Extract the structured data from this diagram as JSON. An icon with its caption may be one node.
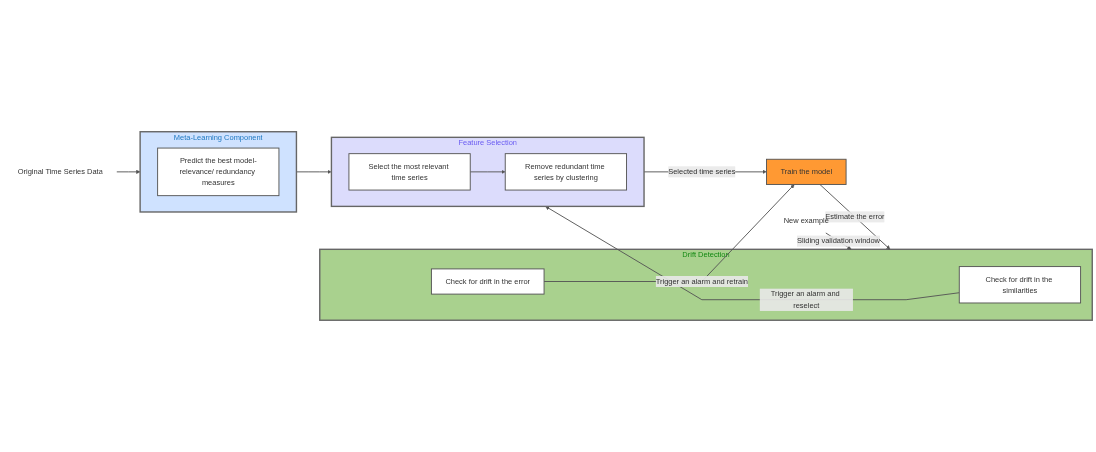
{
  "diagram": {
    "nodes": [
      {
        "text": [
          "Meta-Learning Component"
        ]
      },
      {
        "text": [
          "Predict the best model-relevance/ redundancy measures"
        ],
        "in": 0
      },
      {
        "text": [
          "Feature Selection"
        ]
      },
      {
        "text": [
          "Select the most relevant time series"
        ],
        "in": 2
      },
      {
        "text": [
          "Remove redundant time series by clustering"
        ],
        "in": 2
      },
      {
        "text": [
          "Train the model"
        ]
      },
      {
        "text": [
          "Drift Detection"
        ]
      },
      {
        "text": [
          "Check for drift in the similarities"
        ],
        "in": 6
      },
      {
        "text": [
          "Check for drift in the error"
        ],
        "in": 6
      },
      {
        "text": [
          "Original Time Series Data"
        ]
      },
      {
        "text": [
          "New example"
        ]
      }
    ],
    "edges": [
      {
        "from": 9,
        "to": 0,
        "arrow": "to"
      },
      {
        "from": 0,
        "to": 2,
        "arrow": "to"
      },
      {
        "from": 3,
        "to": 4,
        "arrow": "to"
      },
      {
        "from": 2,
        "to": 5,
        "label": "Selected time series",
        "arrow": "to"
      },
      {
        "from": 5,
        "to": 6,
        "label": "Estimate the error",
        "arrow": "to"
      },
      {
        "from": 7,
        "to": 2,
        "label": "Trigger an alarm and reselect",
        "arrow": "to"
      },
      {
        "from": 8,
        "to": 5,
        "label": "Trigger an alarm and retrain",
        "arrow": "to"
      },
      {
        "from": 10,
        "to": 6,
        "label": "Sliding validation window",
        "arrow": "to"
      }
    ]
  }
}
